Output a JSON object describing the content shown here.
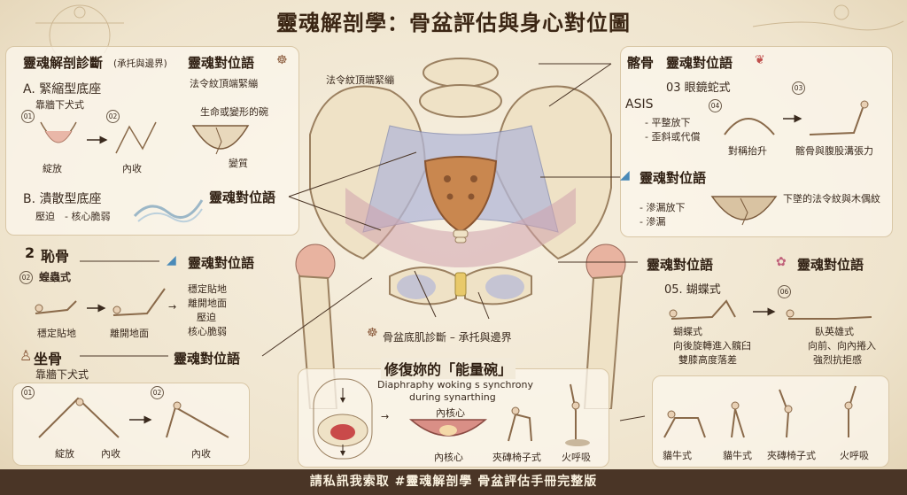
{
  "title": "靈魂解剖學：骨盆評估與身心對位圖",
  "top_left": {
    "heading": "靈魂解剖診斷",
    "heading_note": "(承托與邊界)",
    "soul_heading": "靈魂對位語",
    "soul_sub": "法令紋頂端緊繃",
    "section_a": "A. 緊縮型底座",
    "section_a_pose": "靠牆下犬式",
    "num_1": "01",
    "num_2": "02",
    "label_release": "綻放",
    "label_inward": "內收",
    "bowl_label": "生命或變形的碗",
    "bowl_caption": "變質",
    "section_b": "B. 潰散型底座",
    "section_b_items": "壓迫　- 核心脆弱",
    "soul_mid": "靈魂對位語"
  },
  "center": {
    "top_label": "法令紋頂端緊繃",
    "pelvic_floor": "骨盆底肌診斷 – 承托與邊界"
  },
  "right_top": {
    "heading_prefix": "髂骨",
    "heading": "靈魂對位語",
    "sub": "03 眼鏡蛇式",
    "asis": "ASIS",
    "asis_1": "- 平整放下",
    "asis_2": "- 歪斜或代償",
    "num_4": "04",
    "num_3": "03",
    "pose_1": "對稱抬升",
    "pose_2": "髂骨與腹股溝張力",
    "soul_heading": "靈魂對位語",
    "leak_1": "- 滲漏放下",
    "leak_2": "- 滲漏",
    "bowl_caption": "下墜的法令紋與木偶紋"
  },
  "left_mid": {
    "pubis_num": "2",
    "pubis": "恥骨",
    "soul": "靈魂對位語",
    "num_2": "02",
    "pose": "蝗蟲式",
    "list": [
      "穩定貼地",
      "離開地面",
      "壓迫",
      "核心脆弱"
    ],
    "cap_1": "穩定貼地",
    "cap_2": "離開地面"
  },
  "left_bottom": {
    "sitbone": "坐骨",
    "pose": "靠牆下犬式",
    "soul": "靈魂對位語",
    "num_1": "01",
    "num_2": "02",
    "cap_1": "綻放",
    "cap_2": "內收",
    "cap_3": "內收"
  },
  "right_mid": {
    "soul_1": "靈魂對位語",
    "soul_2": "靈魂對位語",
    "pose_num": "05. 蝴蝶式",
    "num_6": "06",
    "butterfly": "蝴蝶式",
    "butterfly_desc_1": "向後旋轉進入髖臼",
    "butterfly_desc_2": "雙膝高度落差",
    "hero": "臥英雄式",
    "hero_desc_1": "向前、向內捲入",
    "hero_desc_2": "強烈抗拒感"
  },
  "bottom_center": {
    "heading": "修復妳的「能量碗」",
    "english_1": "Diaphraphy woking s synchrony",
    "english_2": "during synarthing",
    "core_label_top": "內核心",
    "core_label_bottom": "內核心",
    "chair": "夾磚椅子式",
    "fire": "火呼吸"
  },
  "bottom_right": {
    "poses": [
      "貓牛式",
      "貓牛式",
      "夾磚椅子式",
      "火呼吸"
    ]
  },
  "footer": "請私訊我索取 #靈魂解剖學 骨盆評估手冊完整版",
  "colors": {
    "bone": "#efe2c6",
    "sacrum": "#c9874f",
    "muscle": "#b3b8d8",
    "joint": "#e8b3a0",
    "footer_bg": "#4a3526"
  }
}
